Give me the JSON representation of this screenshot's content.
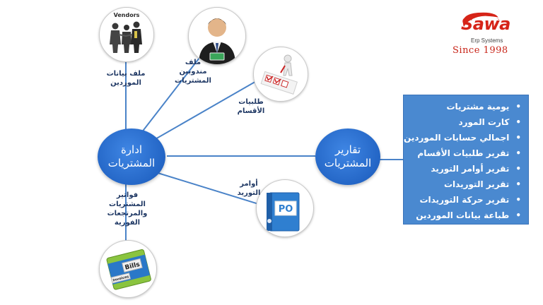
{
  "logo": {
    "brand": "Sawa",
    "subtitle": "Erp Systems",
    "since": "Since 1998"
  },
  "hubs": {
    "purchasing_management": "ادارة\nالمشتريات",
    "purchase_reports": "تقارير\nالمشتريات"
  },
  "nodes": {
    "vendors": {
      "image_caption": "Vendors",
      "label": "ملف بيانات\nالموردين"
    },
    "reps": {
      "label": "ملف\nمندوبين\nالمشتريات"
    },
    "dept_requests": {
      "label": "طلبيات\nالأقسام"
    },
    "purchase_orders": {
      "image_caption": "PO",
      "label": "أوامر\nالتوريد"
    },
    "invoices": {
      "image_caption_1": "Bills",
      "image_caption_2": "Invoices",
      "label": "فواتير\nالمشتريات\nوالمرتجعات\nالفورية"
    }
  },
  "reports": [
    "يومية مشتريات",
    "كارت المورد",
    "اجمالي حسابات الموردين",
    "تقرير طلبيات الأقسام",
    "تقرير أوامر التوريد",
    "تقرير التوريدات",
    "تقرير حركة التوريدات",
    "طباعة بيانات الموردين"
  ],
  "colors": {
    "hub": "#2a6fd1",
    "panel": "#4a89d0",
    "connector": "#4a83c8",
    "label": "#1f3864",
    "brand": "#d62418"
  }
}
